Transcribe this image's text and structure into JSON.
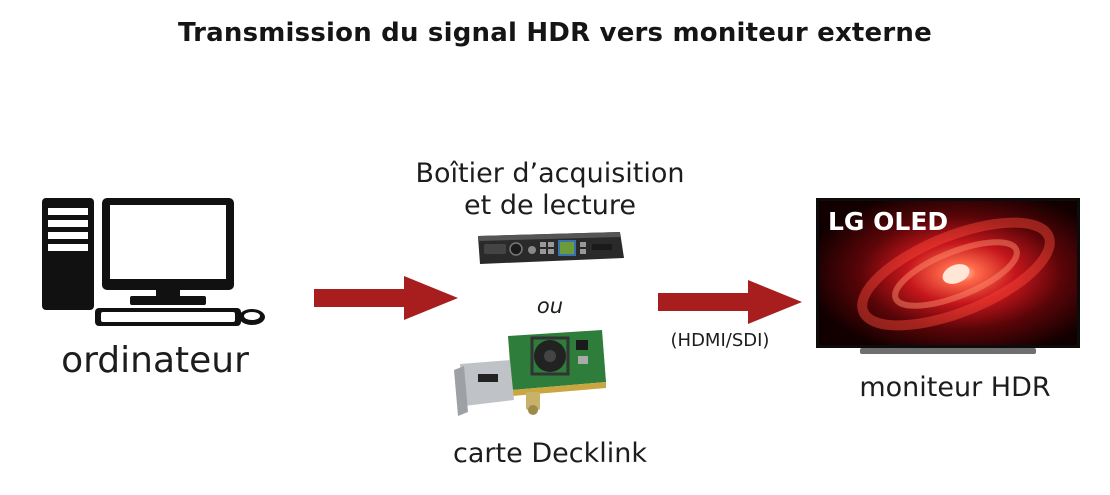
{
  "title": "Transmission du signal HDR vers moniteur externe",
  "nodes": {
    "computer": {
      "label": "ordinateur"
    },
    "capture_box": {
      "label_line1": "Boîtier d’acquisition",
      "label_line2": "et de lecture"
    },
    "or_text": "ou",
    "decklink_card": {
      "label": "carte Decklink"
    },
    "monitor": {
      "label": "moniteur HDR",
      "brand": "LG OLED"
    }
  },
  "edges": [
    {
      "from": "computer",
      "to": "capture_box_or_decklink_card",
      "label": ""
    },
    {
      "from": "capture_box_or_decklink_card",
      "to": "monitor",
      "label": "(HDMI/SDI)"
    }
  ],
  "colors": {
    "arrow": "#a81e1e",
    "title": "#151515",
    "text": "#1d1d1d"
  }
}
